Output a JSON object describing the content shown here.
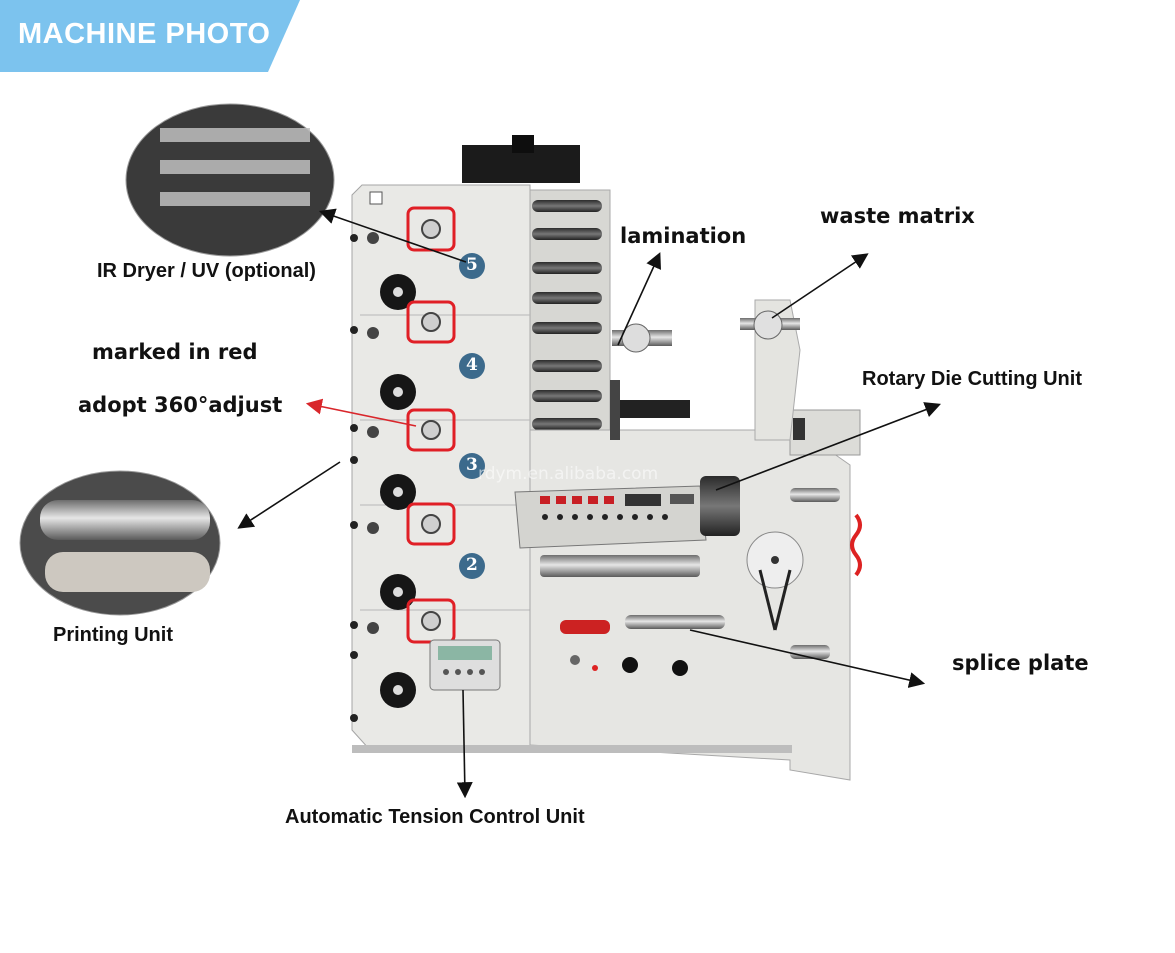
{
  "banner": {
    "text": "MACHINE PHOTO",
    "color": "#7cc3ee"
  },
  "labels": {
    "ir_dryer": "IR Dryer / UV (optional)",
    "marked_red": "marked in red",
    "adjust": "adopt 360°adjust",
    "printing_unit": "Printing Unit",
    "lamination": "lamination",
    "waste_matrix": "waste matrix",
    "rotary_die": "Rotary Die Cutting Unit",
    "splice_plate": "splice plate",
    "tension_control": "Automatic Tension Control Unit"
  },
  "unit_numbers": [
    "5",
    "4",
    "3",
    "2"
  ],
  "watermark": "rdym.en.alibaba.com",
  "colors": {
    "machine_body": "#e9e9e6",
    "highlight": "#e01f26",
    "arrow": "#111111",
    "red_arrow": "#d9262b"
  },
  "icons": [
    "ce-mark-icon",
    "handwheel-icon",
    "adjust-knob-icon",
    "control-panel-icon",
    "tension-controller-icon"
  ]
}
